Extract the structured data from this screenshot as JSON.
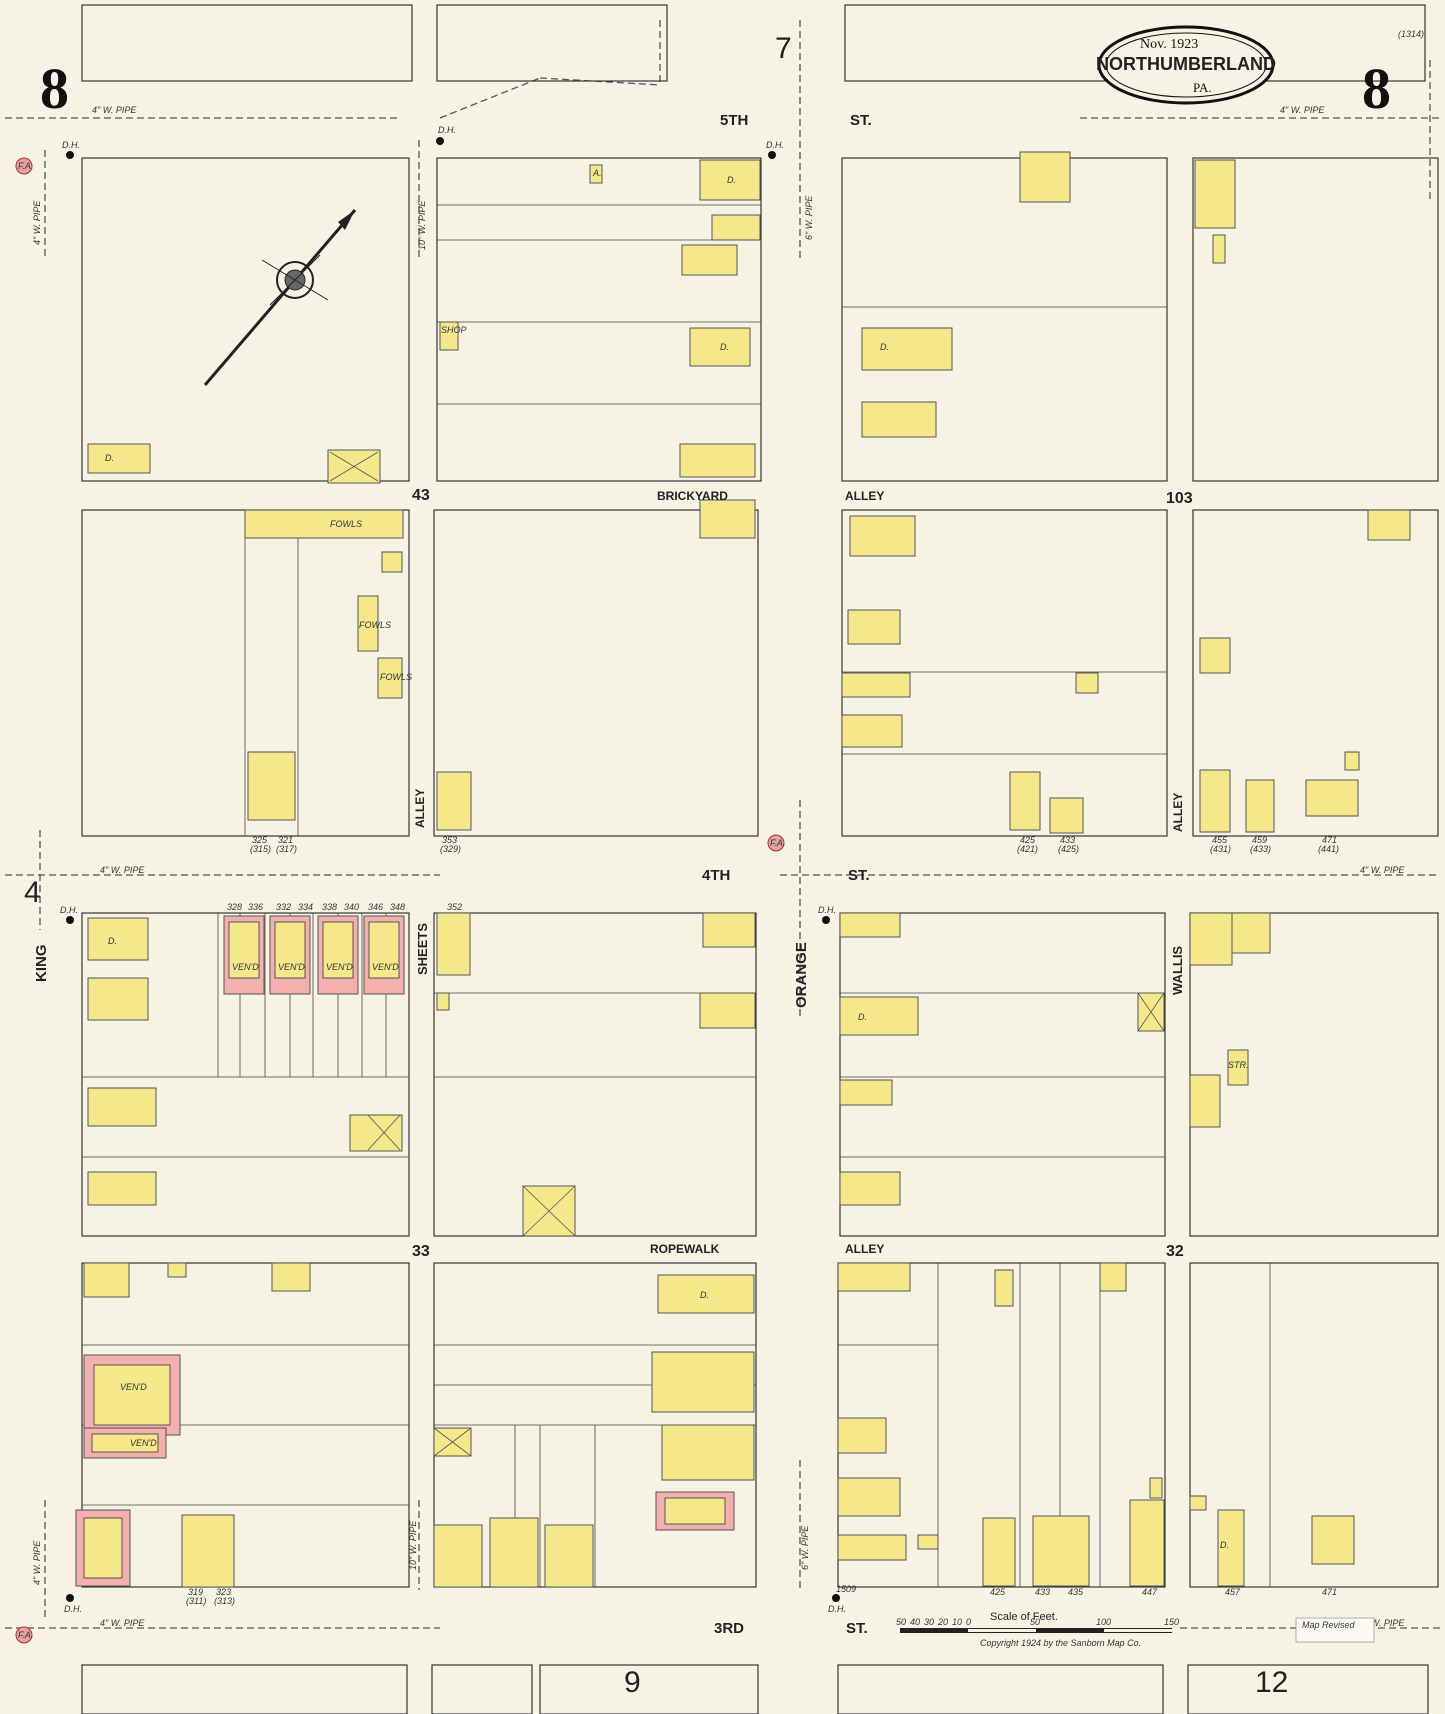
{
  "header": {
    "sheet_number": "8",
    "cartouche_date": "Nov. 1923",
    "cartouche_town": "NORTHUMBERLAND",
    "cartouche_state": "PA.",
    "sheet_id": "(1314)",
    "adjoining_top": "7",
    "adjoining_left": "4",
    "adjoining_bottom_left": "9",
    "adjoining_bottom_right": "12"
  },
  "streets": {
    "fifth_a": "5TH",
    "fifth_b": "ST.",
    "fourth_a": "4TH",
    "fourth_b": "ST.",
    "third_a": "3RD",
    "third_b": "ST.",
    "king": "KING",
    "sheets": "SHEETS",
    "orange": "ORANGE",
    "wallis": "WALLIS",
    "alley_v1": "ALLEY",
    "alley_v2": "ALLEY",
    "brickyard": "BRICKYARD",
    "alley_h1": "ALLEY",
    "ropewalk": "ROPEWALK",
    "alley_h2": "ALLEY"
  },
  "blocks": {
    "b43": "43",
    "b103": "103",
    "b33": "33",
    "b32": "32"
  },
  "pipes": {
    "four_inch": "4\" W. PIPE",
    "six_inch": "6\" W. PIPE",
    "ten_inch": "10\" W. PIPE"
  },
  "hydrant_label": "D.H.",
  "fire_alarm": "F.A.",
  "house_numbers": {
    "n_4th_row": [
      "328",
      "336",
      "332",
      "334",
      "338",
      "340",
      "346",
      "348"
    ],
    "sheets_352": "352",
    "n_325": "325",
    "n_315": "(315)",
    "n_321": "321",
    "n_317": "(317)",
    "n_353": "353",
    "n_329": "(329)",
    "n_425": "425",
    "n_421": "(421)",
    "n_433": "433",
    "n_425b": "(425)",
    "n_455": "455",
    "n_431": "(431)",
    "n_459": "459",
    "n_433b": "(433)",
    "n_471": "471",
    "n_441": "(441)",
    "n_319": "319",
    "n_311": "(311)",
    "n_323": "323",
    "n_313": "(313)",
    "n_bottom_a": "425",
    "n_bottom_b": "433",
    "n_bottom_c": "435",
    "n_bottom_d": "447",
    "n_bottom_e": "457",
    "n_bottom_f": "471",
    "n_1509": "1509"
  },
  "building_marks": {
    "dwelling": "D.",
    "shop": "SHOP",
    "fowls": "FOWLS",
    "store": "STR.",
    "veneer": "VEN'D",
    "auto": "A."
  },
  "scale": {
    "label": "Scale of Feet.",
    "ticks": [
      "50",
      "40",
      "30",
      "20",
      "10",
      "0",
      "50",
      "100",
      "150"
    ]
  },
  "copyright": "Copyright 1924 by the Sanborn Map Co.",
  "stamp_text": "Map Revised"
}
